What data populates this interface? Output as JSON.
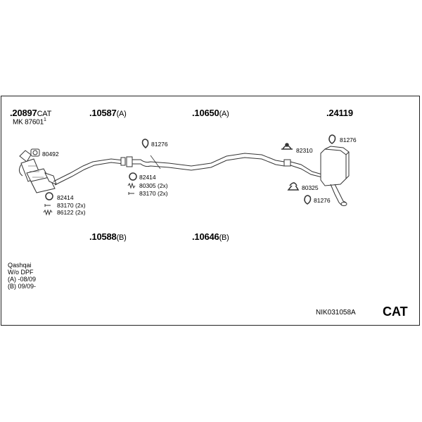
{
  "parts": {
    "p20897": {
      "num": ".20897",
      "suffix": "CAT"
    },
    "mk": "MK 87601",
    "mk_sup": "1",
    "p10587": {
      "num": ".10587",
      "suffix": "(A)"
    },
    "p10650": {
      "num": ".10650",
      "suffix": "(A)"
    },
    "p24119": {
      "num": ".24119"
    },
    "p10588": {
      "num": ".10588",
      "suffix": "(B)"
    },
    "p10646": {
      "num": ".10646",
      "suffix": "(B)"
    }
  },
  "accessories": {
    "a80492": "80492",
    "a82414_left": "82414",
    "a83170_left": "83170 (2x)",
    "a86122": "86122 (2x)",
    "a81276_mid": "81276",
    "a82414_mid": "82414",
    "a80305": "80305 (2x)",
    "a83170_mid": "83170 (2x)",
    "a82310": "82310",
    "a81276_right_top": "81276",
    "a80325": "80325",
    "a81276_right_bottom": "81276"
  },
  "info": {
    "line1": "Qashqai",
    "line2": "W/o DPF",
    "line3": "(A) -08/09",
    "line4": "(B) 09/09-"
  },
  "footer": {
    "code": "NIK031058A",
    "cat": "CAT"
  }
}
